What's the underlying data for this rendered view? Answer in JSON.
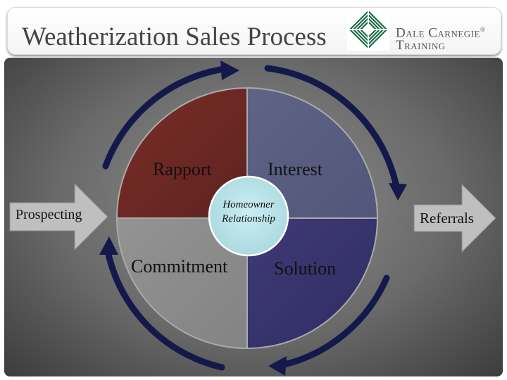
{
  "header": {
    "title": "Weatherization Sales Process",
    "logo": {
      "line1": "Dale Carnegie",
      "registered": "®",
      "line2": "Training",
      "color": "#1b6b45"
    }
  },
  "diagram": {
    "quadrants": [
      {
        "id": "rapport",
        "label": "Rapport",
        "color": "#722b26"
      },
      {
        "id": "interest",
        "label": "Interest",
        "color": "#5a5f80"
      },
      {
        "id": "commitment",
        "label": "Commitment",
        "color": "#8a8a8a"
      },
      {
        "id": "solution",
        "label": "Solution",
        "color": "#3b3670"
      }
    ],
    "center": {
      "line1": "Homeowner",
      "line2": "Relationship",
      "color": "#b9e1e6"
    },
    "left_arrow": {
      "label": "Prospecting"
    },
    "right_arrow": {
      "label": "Referrals"
    },
    "cycle_arrow_color": "#14184a"
  }
}
